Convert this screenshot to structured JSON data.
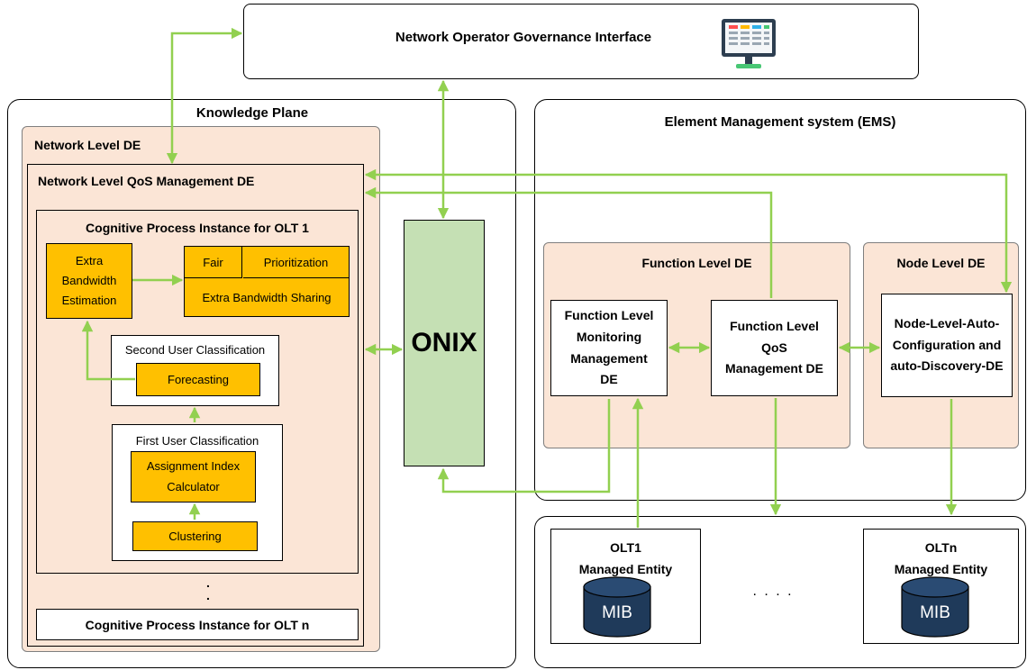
{
  "colors": {
    "arrow": "#92d050",
    "peach": "#fbe5d6",
    "orange": "#ffc000",
    "onix": "#c5e0b4",
    "mib": "#1f3a5a"
  },
  "governance": {
    "title": "Network Operator Governance Interface",
    "icon": "monitor-dashboard-icon"
  },
  "knowledge_plane": {
    "title": "Knowledge Plane",
    "network_level_de": "Network Level DE",
    "qos_de": "Network Level QoS Management DE",
    "cpi1": {
      "title": "Cognitive Process Instance for OLT 1",
      "extra_bw_estimation": "Extra Bandwidth Estimation",
      "fair": "Fair",
      "prioritization": "Prioritization",
      "extra_bw_sharing": "Extra Bandwidth Sharing",
      "second_class": "Second User Classification",
      "forecasting": "Forecasting",
      "first_class": "First User Classification",
      "assignment": "Assignment Index Calculator",
      "clustering": "Clustering"
    },
    "dots": ".\n.",
    "cpin": "Cognitive Process Instance for OLT n"
  },
  "onix": "ONIX",
  "ems": {
    "title": "Element Management system (EMS)",
    "function_level": "Function Level DE",
    "fl_monitoring": "Function Level Monitoring Management DE",
    "fl_qos": "Function Level QoS Management DE",
    "node_level": "Node Level DE",
    "node_auto": "Node-Level-Auto-Configuration and auto-Discovery-DE"
  },
  "entities": {
    "olt1": "OLT1\nManaged Entity",
    "oltn": "OLTn\nManaged Entity",
    "mib": "MIB",
    "ellipsis": ". . . ."
  }
}
